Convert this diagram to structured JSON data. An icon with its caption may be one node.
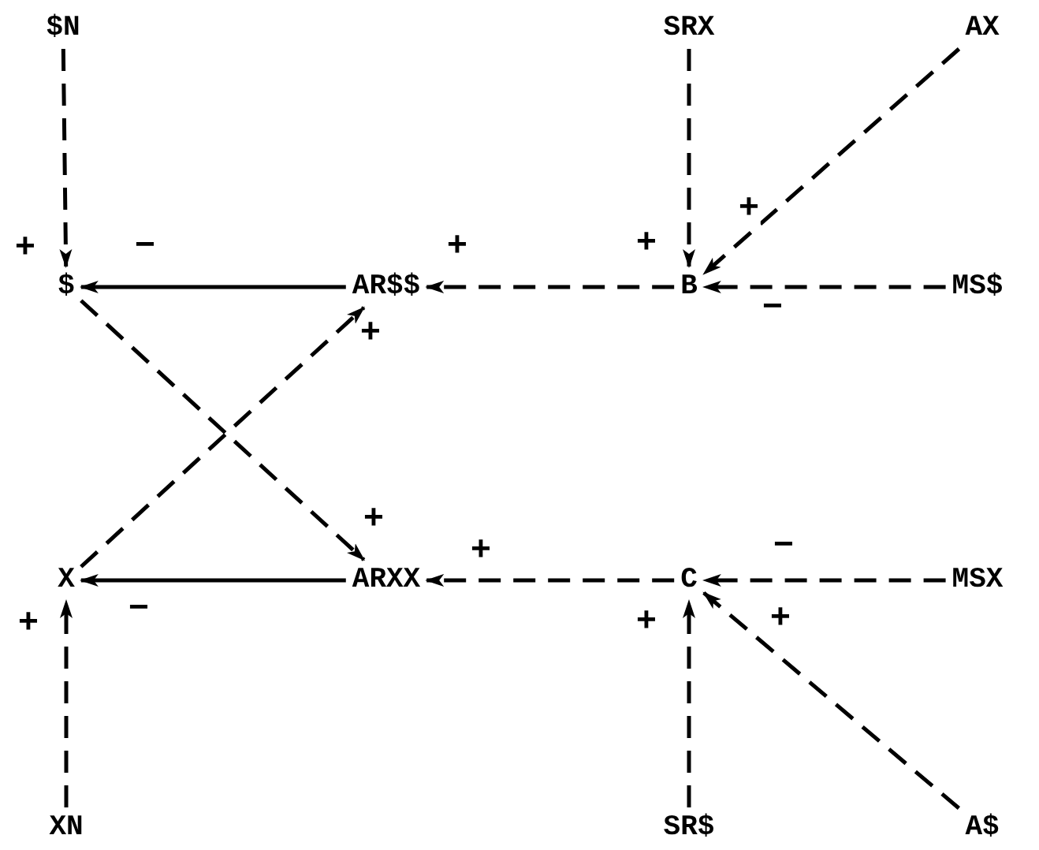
{
  "diagram": {
    "nodes": [
      {
        "text": [
          "$N"
        ]
      },
      {
        "text": [
          "SRX"
        ]
      },
      {
        "text": [
          "AX"
        ]
      },
      {
        "text": [
          "$"
        ]
      },
      {
        "text": [
          "AR$$"
        ]
      },
      {
        "text": [
          "B"
        ]
      },
      {
        "text": [
          "MS$"
        ]
      },
      {
        "text": [
          "X"
        ]
      },
      {
        "text": [
          "ARXX"
        ]
      },
      {
        "text": [
          "C"
        ]
      },
      {
        "text": [
          "MSX"
        ]
      },
      {
        "text": [
          "XN"
        ]
      },
      {
        "text": [
          "SR$"
        ]
      },
      {
        "text": [
          "A$"
        ]
      }
    ],
    "edges": [
      {
        "from": 0,
        "to": 3,
        "arrow": "to",
        "label": "+",
        "style": "dashed"
      },
      {
        "from": 1,
        "to": 5,
        "arrow": "to",
        "label": "+",
        "style": "dashed"
      },
      {
        "from": 2,
        "to": 5,
        "arrow": "to",
        "label": "+",
        "style": "dashed"
      },
      {
        "from": 6,
        "to": 5,
        "arrow": "to",
        "label": "−",
        "style": "dashed"
      },
      {
        "from": 5,
        "to": 4,
        "arrow": "to",
        "label": "+",
        "style": "dashed"
      },
      {
        "from": 4,
        "to": 3,
        "arrow": "to",
        "label": "−"
      },
      {
        "from": 3,
        "to": 8,
        "arrow": "to",
        "label": "+",
        "style": "dashed"
      },
      {
        "from": 7,
        "to": 4,
        "arrow": "to",
        "label": "+",
        "style": "dashed"
      },
      {
        "from": 8,
        "to": 7,
        "arrow": "to",
        "label": "−"
      },
      {
        "from": 9,
        "to": 8,
        "arrow": "to",
        "label": "+",
        "style": "dashed"
      },
      {
        "from": 10,
        "to": 9,
        "arrow": "to",
        "label": "−",
        "style": "dashed"
      },
      {
        "from": 12,
        "to": 9,
        "arrow": "to",
        "label": "+",
        "style": "dashed"
      },
      {
        "from": 13,
        "to": 9,
        "arrow": "to",
        "label": "+",
        "style": "dashed"
      },
      {
        "from": 11,
        "to": 7,
        "arrow": "to",
        "label": "+",
        "style": "dashed"
      }
    ]
  }
}
